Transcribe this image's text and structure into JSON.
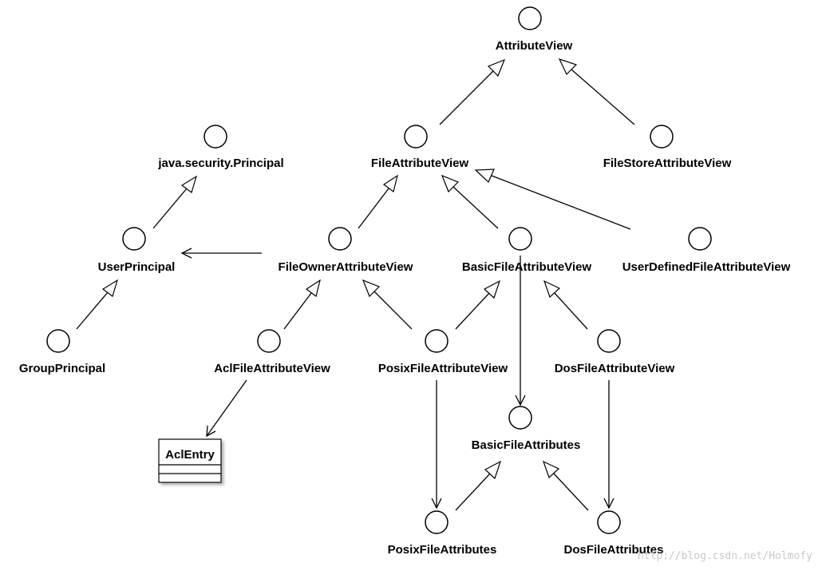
{
  "nodes": {
    "attributeView": "AttributeView",
    "fileAttributeView": "FileAttributeView",
    "fileStoreAttributeView": "FileStoreAttributeView",
    "javaSecurityPrincipal": "java.security.Principal",
    "userPrincipal": "UserPrincipal",
    "groupPrincipal": "GroupPrincipal",
    "fileOwnerAttributeView": "FileOwnerAttributeView",
    "basicFileAttributeView": "BasicFileAttributeView",
    "userDefinedFileAttributeView": "UserDefinedFileAttributeView",
    "aclFileAttributeView": "AclFileAttributeView",
    "posixFileAttributeView": "PosixFileAttributeView",
    "dosFileAttributeView": "DosFileAttributeView",
    "basicFileAttributes": "BasicFileAttributes",
    "posixFileAttributes": "PosixFileAttributes",
    "dosFileAttributes": "DosFileAttributes",
    "aclEntry": "AclEntry"
  },
  "watermark": "http://blog.csdn.net/Holmofy"
}
